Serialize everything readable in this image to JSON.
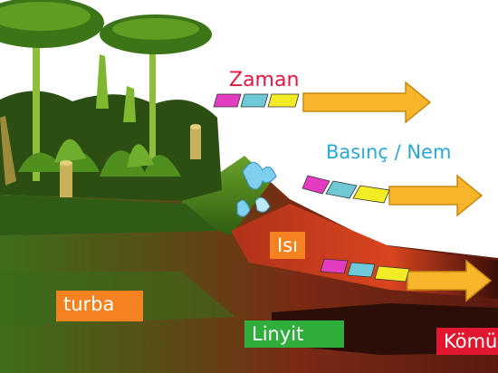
{
  "labels": {
    "time": "Zaman",
    "pressure": "Basınç / Nem",
    "heat": "Isı"
  },
  "stages": {
    "peat": "turba",
    "lignite": "Linyit",
    "coal": "Kömü"
  },
  "colors": {
    "time_text": "#e3173f",
    "pressure_text": "#29a7d6",
    "heat_box": "#f58220",
    "peat_box": "#f58220",
    "lignite_box": "#2fae3c",
    "coal_box": "#e0172e",
    "arrow": "#f7b52b",
    "swatch_magenta": "#e33cc0",
    "swatch_cyan": "#6fc8d6",
    "swatch_yellow": "#f2ec27"
  }
}
